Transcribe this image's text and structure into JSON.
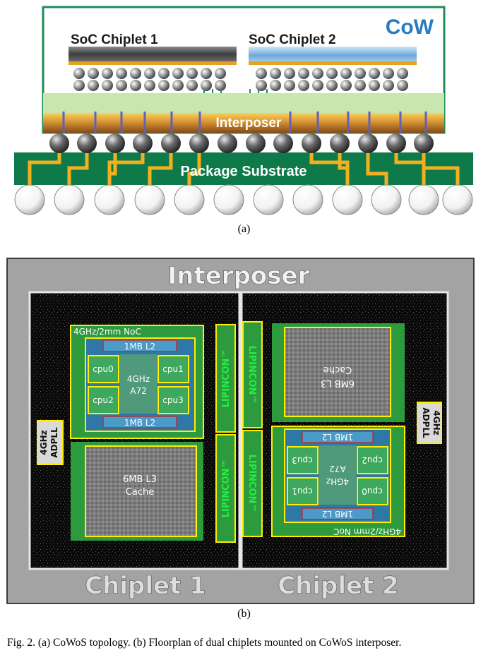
{
  "panel_a": {
    "cow_label": "CoW",
    "chiplet1_label": "SoC Chiplet 1",
    "chiplet2_label": "SoC Chiplet 2",
    "interposer_label": "Interposer",
    "substrate_label": "Package Substrate",
    "sublabel": "(a)"
  },
  "panel_b": {
    "title": "Interposer",
    "chiplet1_name": "Chiplet 1",
    "chiplet2_name": "Chiplet 2",
    "noc": "4GHz/2mm NoC",
    "l2": "1MB L2",
    "core": [
      "4GHz",
      "A72"
    ],
    "cpus": [
      "cpu0",
      "cpu1",
      "cpu2",
      "cpu3"
    ],
    "l3": [
      "6MB L3",
      "Cache"
    ],
    "lipincon": "LIPINCON™",
    "adpll": [
      "4GHz",
      "ADPLL"
    ],
    "sublabel": "(b)"
  },
  "caption": "Fig. 2.    (a) CoWoS topology. (b) Floorplan of dual chiplets mounted on CoWoS interposer.",
  "colors": {
    "frame_green": "#1f8a5a",
    "chiplet1_bar": "#5a5a5a",
    "chiplet2_bar": "#6fa8d8",
    "bump_orange": "#e8a020",
    "interposer_top": "#f0c040",
    "interposer_bottom": "#8a4a14",
    "substrate": "#0e7a4a",
    "trace": "#f2b020",
    "die_yellow": "#ffee00",
    "block_green": "#2e9a3e",
    "block_blue": "#2e78a8",
    "lipincon_text": "#22ee44",
    "cow_text": "#2a7bc0",
    "chiplet_text": "#dddddd"
  }
}
